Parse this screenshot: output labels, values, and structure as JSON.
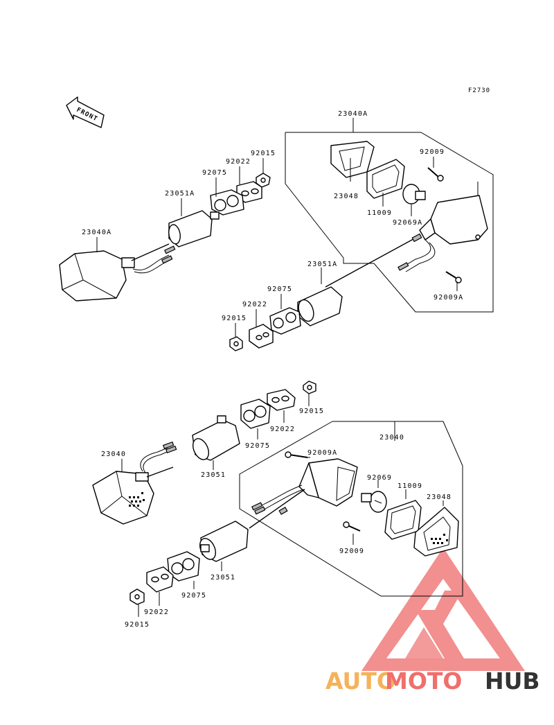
{
  "figure_code": "F2730",
  "front_label": "FRONT",
  "parts": {
    "p_23040A_top": "23040A",
    "p_92009_top": "92009",
    "p_23048_top": "23048",
    "p_11009_top": "11009",
    "p_92069A": "92069A",
    "p_92009A_top": "92009A",
    "p_23051A_right": "23051A",
    "p_92075_right_top": "92075",
    "p_92022_right_top": "92022",
    "p_92015_right_top": "92015",
    "p_92015_left_top": "92015",
    "p_92022_left_top": "92022",
    "p_92075_left_top": "92075",
    "p_23051A_left": "23051A",
    "p_23040A_left": "23040A",
    "p_92015_b_top": "92015",
    "p_92022_b_top": "92022",
    "p_92075_b_top": "92075",
    "p_23051_b_top": "23051",
    "p_23040_b_left": "23040",
    "p_23040_b_right": "23040",
    "p_92009A_b": "92009A",
    "p_92069": "92069",
    "p_11009_b": "11009",
    "p_23048_b": "23048",
    "p_92009_b": "92009",
    "p_23051_b_low": "23051",
    "p_92075_b_low": "92075",
    "p_92022_b_low": "92022",
    "p_92015_b_low": "92015"
  },
  "watermark": {
    "part1": "AUTO",
    "part2": "MOTO",
    "part3": "HUB",
    "color1": "#f5b25a",
    "color2": "#ef6f6c",
    "color3": "#333333",
    "logo_color": "#ee6a6a"
  }
}
